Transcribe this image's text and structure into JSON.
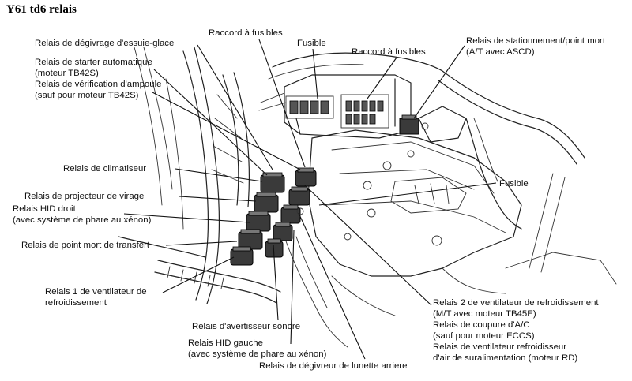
{
  "title": "Y61 td6 relais",
  "labels": {
    "l01": "Relais de dégivrage d'essuie-glace",
    "l02": "Relais de starter automatique",
    "l03": "(moteur TB42S)",
    "l04": "Relais de vérification d'ampoule",
    "l05": "(sauf pour moteur TB42S)",
    "l06": "Relais de climatiseur",
    "l07": "Relais de projecteur de virage",
    "l08": "Relais HID droit",
    "l09": "(avec système de phare au xénon)",
    "l10": "Relais de point mort de transfert",
    "l11": "Relais 1 de ventilateur de",
    "l12": "refroidissement",
    "l13": "Relais d'avertisseur sonore",
    "l14": "Relais HID gauche",
    "l15": "(avec système de phare au xénon)",
    "l16": "Relais de dégivreur de lunette arriere",
    "l17": "Raccord à fusibles",
    "l18": "Fusible",
    "l19": "Raccord à fusibles",
    "l20": "Relais de stationnement/point mort",
    "l21": "(A/T avec ASCD)",
    "l22": "Fusible",
    "l23": "Relais 2 de ventilateur de refroidissement",
    "l24": "(M/T avec moteur TB45E)",
    "l25": "Relais de coupure d'A/C",
    "l26": "(sauf pour moteur ECCS)",
    "l27": "Relais de ventilateur refroidisseur",
    "l28": "d'air de suralimentation (moteur RD)"
  }
}
